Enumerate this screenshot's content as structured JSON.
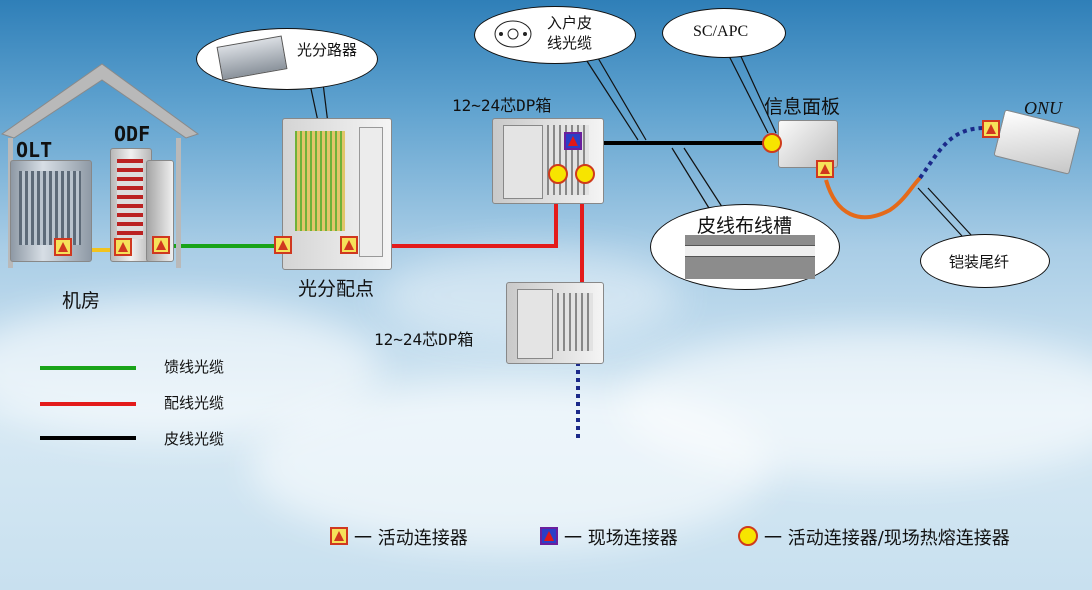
{
  "room": {
    "label": "机房",
    "olt": "OLT",
    "odf": "ODF"
  },
  "splitter_point": {
    "label": "光分配点",
    "bubble": "光分路器"
  },
  "dp_box_top": {
    "label": "12~24芯DP箱"
  },
  "dp_box_bottom": {
    "label": "12~24芯DP箱"
  },
  "drop_cable_bubble": {
    "text": "入户皮\n线光缆"
  },
  "sc_apc": {
    "text": "SC/APC"
  },
  "info_panel": {
    "label": "信息面板"
  },
  "onu": {
    "label": "ONU"
  },
  "trunking": {
    "label": "皮线布线槽"
  },
  "pigtail": {
    "label": "铠装尾纤"
  },
  "legend": {
    "feeder": {
      "label": "馈线光缆",
      "color": "#19a319"
    },
    "distribution": {
      "label": "配线光缆",
      "color": "#e31b1b"
    },
    "drop": {
      "label": "皮线光缆",
      "color": "#000000"
    }
  },
  "key": {
    "active": "一 活动连接器",
    "field": "一 现场连接器",
    "hybrid": "一 活动连接器/现场热熔连接器"
  },
  "colors": {
    "pigtail": "#e46a1a",
    "dotted": "#1b2a8a",
    "olt_link": "#f2c31e"
  }
}
